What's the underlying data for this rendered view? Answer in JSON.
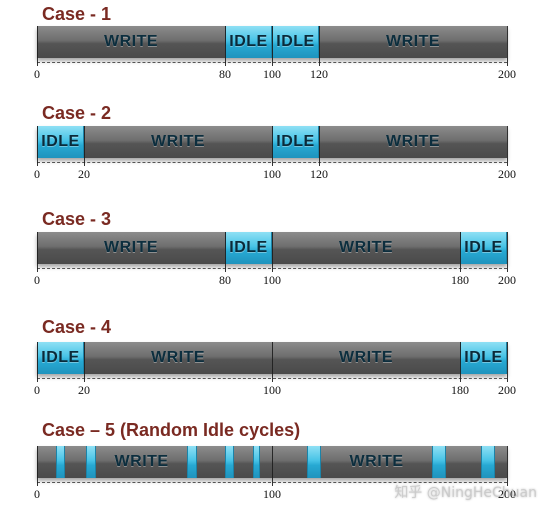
{
  "colors": {
    "write": "#5a5a5a",
    "idle": "#3cb8e0",
    "title": "#7a2a22"
  },
  "watermark": "知乎 @NingHeChuan",
  "cases": [
    {
      "title": "Case - 1",
      "segments": [
        {
          "type": "write",
          "start": 0,
          "end": 80,
          "label": "WRITE"
        },
        {
          "type": "idle",
          "start": 80,
          "end": 100,
          "label": "IDLE"
        },
        {
          "type": "idle",
          "start": 100,
          "end": 120,
          "label": "IDLE"
        },
        {
          "type": "write",
          "start": 120,
          "end": 200,
          "label": "WRITE"
        }
      ],
      "ticks": [
        "0",
        "80",
        "100",
        "120",
        "200"
      ],
      "tick_values": [
        0,
        80,
        100,
        120,
        200
      ]
    },
    {
      "title": "Case - 2",
      "segments": [
        {
          "type": "idle",
          "start": 0,
          "end": 20,
          "label": "IDLE"
        },
        {
          "type": "write",
          "start": 20,
          "end": 100,
          "label": "WRITE"
        },
        {
          "type": "idle",
          "start": 100,
          "end": 120,
          "label": "IDLE"
        },
        {
          "type": "write",
          "start": 120,
          "end": 200,
          "label": "WRITE"
        }
      ],
      "ticks": [
        "0",
        "20",
        "100",
        "120",
        "200"
      ],
      "tick_values": [
        0,
        20,
        100,
        120,
        200
      ]
    },
    {
      "title": "Case - 3",
      "segments": [
        {
          "type": "write",
          "start": 0,
          "end": 80,
          "label": "WRITE"
        },
        {
          "type": "idle",
          "start": 80,
          "end": 100,
          "label": "IDLE"
        },
        {
          "type": "write",
          "start": 100,
          "end": 180,
          "label": "WRITE"
        },
        {
          "type": "idle",
          "start": 180,
          "end": 200,
          "label": "IDLE"
        }
      ],
      "ticks": [
        "0",
        "80",
        "100",
        "180",
        "200"
      ],
      "tick_values": [
        0,
        80,
        100,
        180,
        200
      ]
    },
    {
      "title": "Case - 4",
      "segments": [
        {
          "type": "idle",
          "start": 0,
          "end": 20,
          "label": "IDLE"
        },
        {
          "type": "write",
          "start": 20,
          "end": 100,
          "label": "WRITE"
        },
        {
          "type": "write",
          "start": 100,
          "end": 180,
          "label": "WRITE"
        },
        {
          "type": "idle",
          "start": 180,
          "end": 200,
          "label": "IDLE"
        }
      ],
      "ticks": [
        "0",
        "20",
        "100",
        "180",
        "200"
      ],
      "tick_values": [
        0,
        20,
        100,
        180,
        200
      ]
    },
    {
      "title": "Case – 5 (Random Idle cycles)",
      "segments": [
        {
          "type": "write",
          "start": 0,
          "end": 8,
          "label": ""
        },
        {
          "type": "idle",
          "start": 8,
          "end": 12,
          "label": ""
        },
        {
          "type": "write",
          "start": 12,
          "end": 21,
          "label": ""
        },
        {
          "type": "idle",
          "start": 21,
          "end": 25,
          "label": ""
        },
        {
          "type": "write",
          "start": 25,
          "end": 64,
          "label": "WRITE"
        },
        {
          "type": "idle",
          "start": 64,
          "end": 68,
          "label": ""
        },
        {
          "type": "write",
          "start": 68,
          "end": 80,
          "label": ""
        },
        {
          "type": "idle",
          "start": 80,
          "end": 84,
          "label": ""
        },
        {
          "type": "write",
          "start": 84,
          "end": 92,
          "label": ""
        },
        {
          "type": "idle",
          "start": 92,
          "end": 95,
          "label": ""
        },
        {
          "type": "write",
          "start": 95,
          "end": 115,
          "label": ""
        },
        {
          "type": "idle",
          "start": 115,
          "end": 121,
          "label": ""
        },
        {
          "type": "write",
          "start": 121,
          "end": 168,
          "label": "WRITE"
        },
        {
          "type": "idle",
          "start": 168,
          "end": 174,
          "label": ""
        },
        {
          "type": "write",
          "start": 174,
          "end": 189,
          "label": ""
        },
        {
          "type": "idle",
          "start": 189,
          "end": 195,
          "label": ""
        },
        {
          "type": "write",
          "start": 195,
          "end": 200,
          "label": ""
        }
      ],
      "ticks": [
        "0",
        "100",
        "200"
      ],
      "tick_values": [
        0,
        100,
        200
      ]
    }
  ]
}
